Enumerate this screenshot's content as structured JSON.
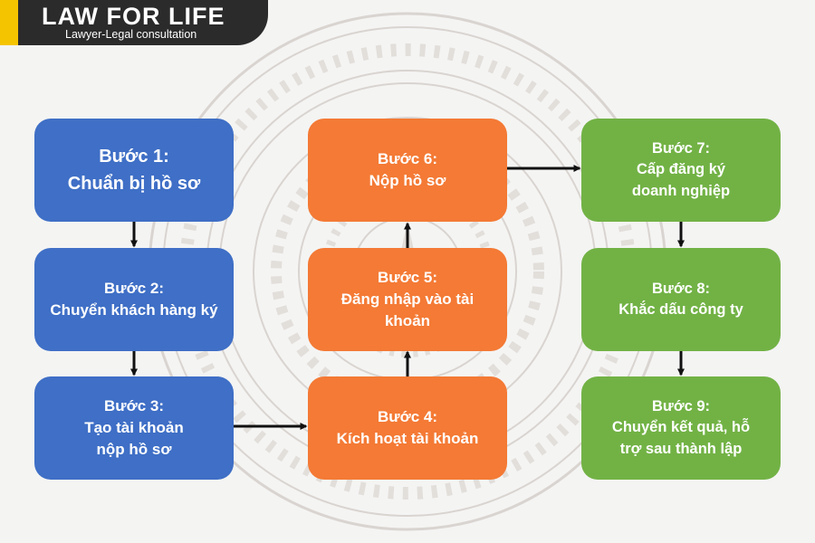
{
  "brand": {
    "name": "LAW FOR LIFE",
    "tagline": "Lawyer-Legal consultation"
  },
  "steps": [
    {
      "title": "Bước 1:",
      "text": "Chuẩn bị hồ sơ"
    },
    {
      "title": "Bước 2:",
      "text": "Chuyển khách hàng ký"
    },
    {
      "title": "Bước 3:",
      "text": "Tạo tài khoản nộp hồ sơ"
    },
    {
      "title": "Bước 4:",
      "text": "Kích hoạt tài khoản"
    },
    {
      "title": "Bước 5:",
      "text": "Đăng nhập vào tài khoản"
    },
    {
      "title": "Bước 6:",
      "text": "Nộp hồ sơ"
    },
    {
      "title": "Bước 7:",
      "text": "Cấp đăng ký doanh nghiệp"
    },
    {
      "title": "Bước 8:",
      "text": "Khắc dấu công ty"
    },
    {
      "title": "Bước 9:",
      "text": "Chuyển kết quả, hỗ trợ sau thành lập"
    }
  ],
  "colors": {
    "column_1": "#3f6fc6",
    "column_2": "#f47a35",
    "column_3": "#72b245",
    "arrow": "#111111",
    "logo_bg": "#2b2b2b",
    "logo_accent": "#f5c400"
  }
}
